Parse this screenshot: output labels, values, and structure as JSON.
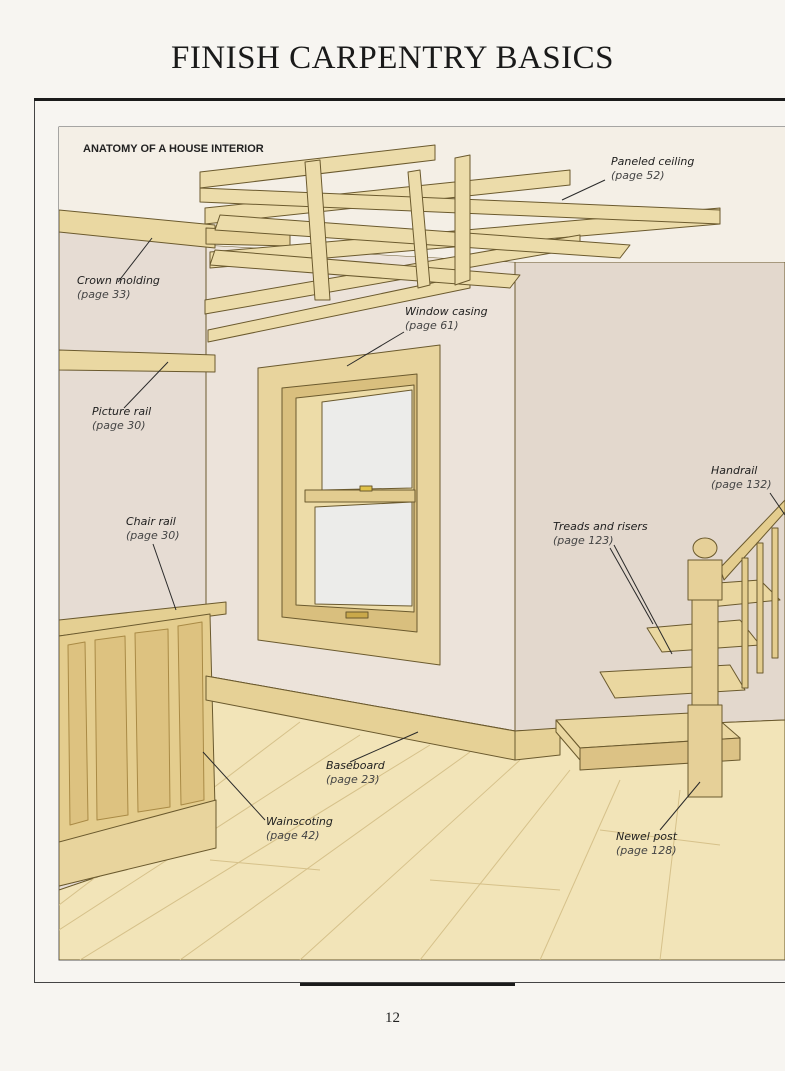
{
  "header": {
    "title": "FINISH CARPENTRY BASICS"
  },
  "figure": {
    "title": "ANATOMY OF A HOUSE INTERIOR",
    "callouts": {
      "paneled_ceiling": {
        "label": "Paneled ceiling",
        "page": "(page 52)"
      },
      "crown_molding": {
        "label": "Crown molding",
        "page": "(page 33)"
      },
      "window_casing": {
        "label": "Window casing",
        "page": "(page 61)"
      },
      "picture_rail": {
        "label": "Picture rail",
        "page": "(page 30)"
      },
      "handrail": {
        "label": "Handrail",
        "page": "(page 132)"
      },
      "chair_rail": {
        "label": "Chair rail",
        "page": "(page 30)"
      },
      "treads_risers": {
        "label": "Treads and risers",
        "page": "(page 123)"
      },
      "baseboard": {
        "label": "Baseboard",
        "page": "(page 23)"
      },
      "wainscoting": {
        "label": "Wainscoting",
        "page": "(page 42)"
      },
      "newel_post": {
        "label": "Newel post",
        "page": "(page 128)"
      }
    }
  },
  "footer": {
    "page_number": "12"
  },
  "colors": {
    "wood": "#ead9a4",
    "wood_dark": "#c9a860",
    "wall_left": "#eae0d6",
    "wall_right": "#e3d7cc",
    "floor": "#f1e3b6"
  }
}
